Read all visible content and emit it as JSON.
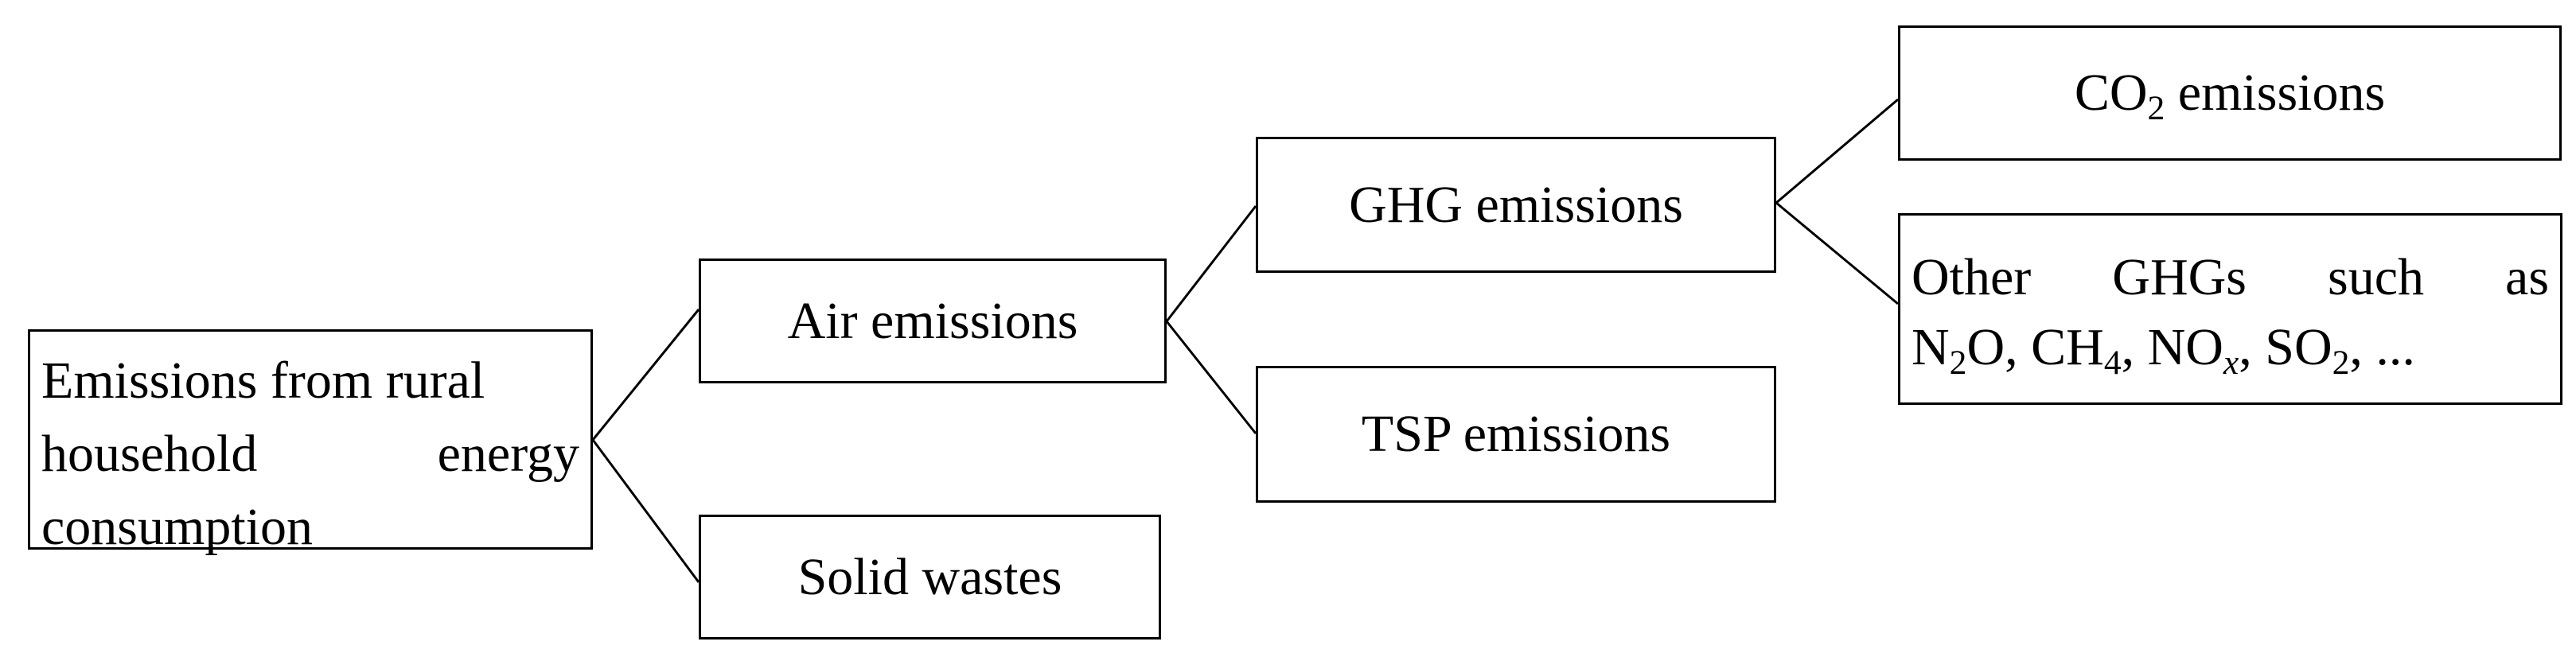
{
  "diagram": {
    "root": {
      "line1": "Emissions from rural",
      "line2": "household energy",
      "line3": "consumption"
    },
    "air": "Air emissions",
    "solid": "Solid wastes",
    "ghg": "GHG emissions",
    "tsp": "TSP emissions",
    "co2": {
      "prefix": "CO",
      "sub": "2",
      "suffix": " emissions"
    },
    "other": {
      "line1": "Other GHGs such as",
      "n2o_main": "N",
      "n2o_sub": "2",
      "n2o_tail": "O, ",
      "ch4_main": "CH",
      "ch4_sub": "4",
      "ch4_tail": ", ",
      "nox_main": "NO",
      "nox_sub": "x",
      "nox_tail": ", ",
      "so2_main": "SO",
      "so2_sub": "2",
      "so2_tail": ", ..."
    }
  },
  "colors": {
    "stroke": "#000000",
    "background": "#ffffff"
  }
}
